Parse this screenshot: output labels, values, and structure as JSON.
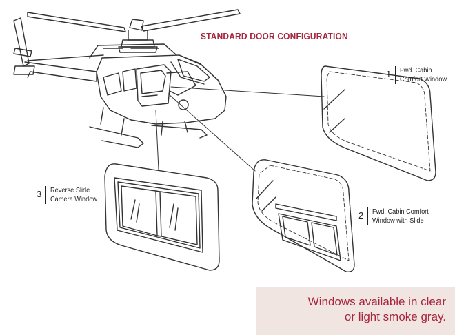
{
  "title": "STANDARD DOOR CONFIGURATION",
  "callouts": [
    {
      "number": "1",
      "line1": "Fwd. Cabin",
      "line2": "Comfort Window"
    },
    {
      "number": "2",
      "line1": "Fwd. Cabin Comfort",
      "line2": "Window with Slide"
    },
    {
      "number": "3",
      "line1": "Reverse Slide",
      "line2": "Camera Window"
    }
  ],
  "note": {
    "line1": "Windows available in clear",
    "line2": "or light smoke gray."
  },
  "colors": {
    "accent": "#a6263e",
    "note_background": "#f1e5e1",
    "line_art": "#333333"
  }
}
